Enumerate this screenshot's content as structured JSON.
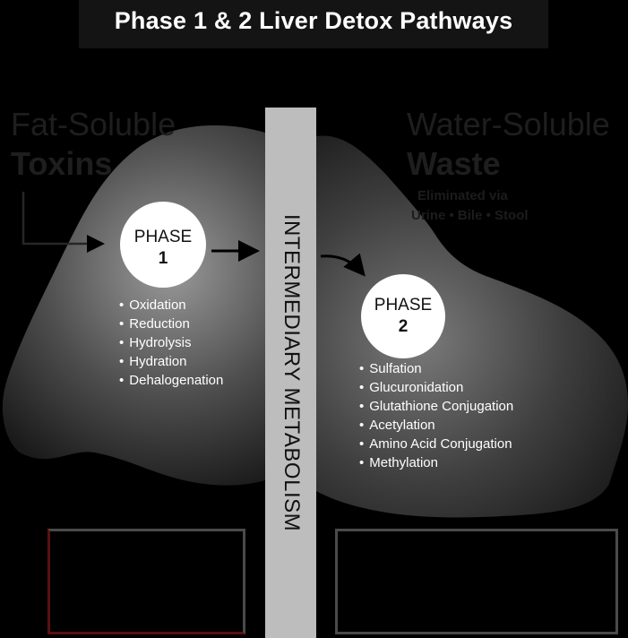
{
  "title": "Phase 1 & 2 Liver Detox Pathways",
  "input": {
    "line1": "Fat-Soluble",
    "line2": "Toxins"
  },
  "output": {
    "line1": "Water-Soluble",
    "line2": "Waste",
    "note_line1": "Eliminated via",
    "note_line2": "Urine • Bile • Stool"
  },
  "phase1": {
    "word": "PHASE",
    "number": "1",
    "reactions": [
      "Oxidation",
      "Reduction",
      "Hydrolysis",
      "Hydration",
      "Dehalogenation"
    ]
  },
  "phase2": {
    "word": "PHASE",
    "number": "2",
    "reactions": [
      "Sulfation",
      "Glucuronidation",
      "Glutathione Conjugation",
      "Acetylation",
      "Amino Acid Conjugation",
      "Methylation"
    ]
  },
  "middle": {
    "label": "INTERMEDIARY METABOLISM"
  },
  "colors": {
    "background": "#000000",
    "column": "#bdbdbd",
    "circle": "#ffffff"
  }
}
